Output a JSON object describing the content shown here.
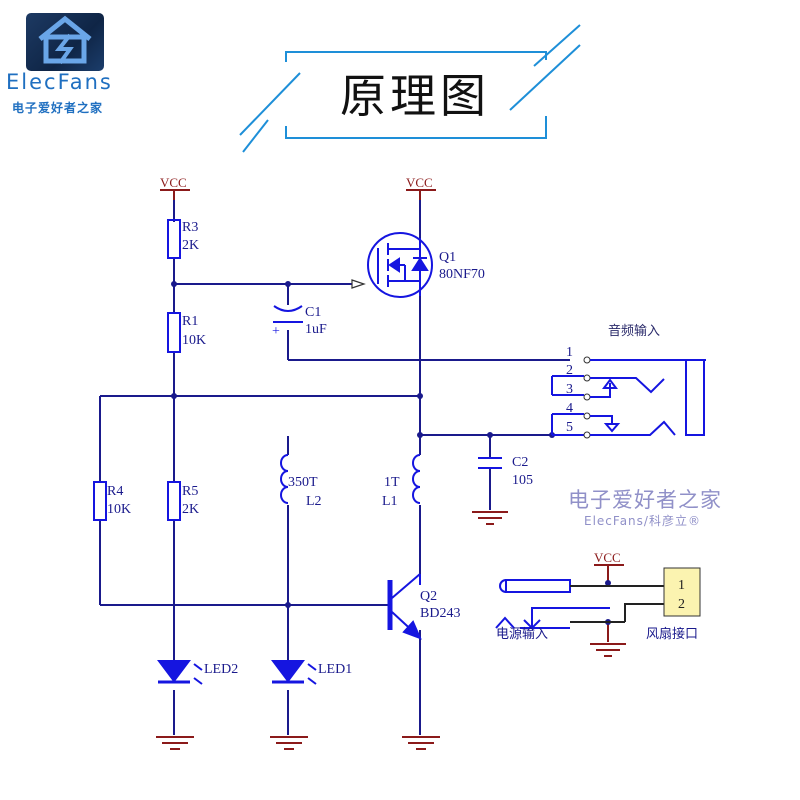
{
  "logo": {
    "brand": "ElecFans",
    "tagline": "电子爱好者之家"
  },
  "title": "原理图",
  "colors": {
    "wire": "#1a1a8c",
    "component": "#1515e0",
    "power": "#8b1a1a",
    "title_frame": "#1e8fd8",
    "connector_fill": "#fbf3b0",
    "watermark": "#9090c8"
  },
  "labels": {
    "vcc": "VCC",
    "r3_ref": "R3",
    "r3_val": "2K",
    "r1_ref": "R1",
    "r1_val": "10K",
    "r4_ref": "R4",
    "r4_val": "10K",
    "r5_ref": "R5",
    "r5_val": "2K",
    "c1_ref": "C1",
    "c1_val": "1uF",
    "c1_polarity": "+",
    "c2_ref": "C2",
    "c2_val": "105",
    "q1_ref": "Q1",
    "q1_val": "80NF70",
    "q2_ref": "Q2",
    "q2_val": "BD243",
    "l1_turns": "1T",
    "l1_ref": "L1",
    "l2_turns": "350T",
    "l2_ref": "L2",
    "led1": "LED1",
    "led2": "LED2",
    "audio_input": "音频输入",
    "audio_pins": [
      "1",
      "2",
      "3",
      "4",
      "5"
    ],
    "power_input": "电源输入",
    "fan_connector": "风扇接口",
    "fan_pins": [
      "1",
      "2"
    ]
  },
  "watermark": {
    "line1": "电子爱好者之家",
    "line2": "ElecFans/科彦立®"
  }
}
